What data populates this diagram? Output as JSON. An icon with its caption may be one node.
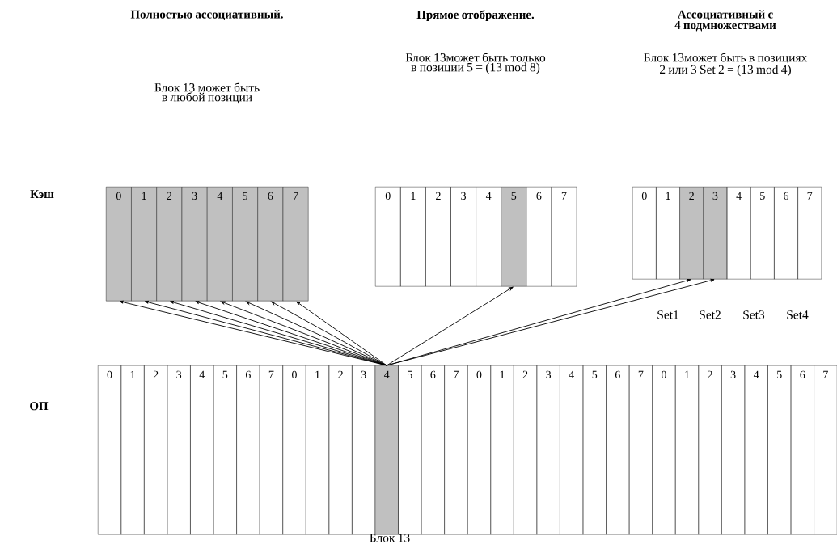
{
  "diagram": {
    "nodes": [
      {
        "text": [
          "0"
        ]
      },
      {
        "text": [
          "1"
        ]
      },
      {
        "text": [
          "2"
        ]
      },
      {
        "text": [
          "3"
        ]
      },
      {
        "text": [
          "4"
        ]
      },
      {
        "text": [
          "5"
        ]
      },
      {
        "text": [
          "6"
        ]
      },
      {
        "text": [
          "7"
        ]
      },
      {
        "text": [
          "0"
        ]
      },
      {
        "text": [
          "1"
        ]
      },
      {
        "text": [
          "2"
        ]
      },
      {
        "text": [
          "3"
        ]
      },
      {
        "text": [
          "4"
        ]
      },
      {
        "text": [
          "5"
        ]
      },
      {
        "text": [
          "6"
        ]
      },
      {
        "text": [
          "7"
        ]
      },
      {
        "text": [
          "0"
        ]
      },
      {
        "text": [
          "1"
        ]
      },
      {
        "text": [
          "2"
        ]
      },
      {
        "text": [
          "3"
        ]
      },
      {
        "text": [
          "4"
        ]
      },
      {
        "text": [
          "5"
        ]
      },
      {
        "text": [
          "6"
        ]
      },
      {
        "text": [
          "7"
        ]
      },
      {
        "text": [
          "0"
        ]
      },
      {
        "text": [
          "1"
        ]
      },
      {
        "text": [
          "2"
        ]
      },
      {
        "text": [
          "3"
        ]
      },
      {
        "text": [
          "4"
        ]
      },
      {
        "text": [
          "5"
        ]
      },
      {
        "text": [
          "6"
        ]
      },
      {
        "text": [
          "7"
        ]
      },
      {
        "text": [
          "0"
        ]
      },
      {
        "text": [
          "1"
        ]
      },
      {
        "text": [
          "2"
        ]
      },
      {
        "text": [
          "3"
        ]
      },
      {
        "text": [
          "4"
        ]
      },
      {
        "text": [
          "5"
        ]
      },
      {
        "text": [
          "6"
        ]
      },
      {
        "text": [
          "7"
        ]
      },
      {
        "text": [
          "0"
        ]
      },
      {
        "text": [
          "1"
        ]
      },
      {
        "text": [
          "2"
        ]
      },
      {
        "text": [
          "3"
        ]
      },
      {
        "text": [
          "4"
        ]
      },
      {
        "text": [
          "5"
        ]
      },
      {
        "text": [
          "6"
        ]
      },
      {
        "text": [
          "7"
        ]
      },
      {
        "text": [
          "0"
        ]
      },
      {
        "text": [
          "1"
        ]
      },
      {
        "text": [
          "2"
        ]
      },
      {
        "text": [
          "3"
        ]
      },
      {
        "text": [
          "4"
        ]
      },
      {
        "text": [
          "5"
        ]
      },
      {
        "text": [
          "6"
        ]
      },
      {
        "text": [
          "7"
        ]
      }
    ],
    "edges": [
      {
        "from": 36,
        "to": 0,
        "arrow": "to"
      },
      {
        "from": 36,
        "to": 1,
        "arrow": "to"
      },
      {
        "from": 36,
        "to": 2,
        "arrow": "to"
      },
      {
        "from": 36,
        "to": 3,
        "arrow": "to"
      },
      {
        "from": 36,
        "to": 4,
        "arrow": "to"
      },
      {
        "from": 36,
        "to": 5,
        "arrow": "to"
      },
      {
        "from": 36,
        "to": 6,
        "arrow": "to"
      },
      {
        "from": 36,
        "to": 7,
        "arrow": "to"
      },
      {
        "from": 36,
        "to": 13,
        "arrow": "to"
      },
      {
        "from": 36,
        "to": 18,
        "arrow": "to"
      },
      {
        "from": 36,
        "to": 19,
        "arrow": "to"
      }
    ],
    "labels": [
      "Полностью ассоциативный.",
      "Блок 13 может быть в любой позиции",
      "Прямое отображение.",
      "Блок 13может быть только в позиции 5 = (13 mod 8)",
      "Ассоциативный с 4 подмножествами",
      "Блок 13может быть в позициях 2 или 3 Set 2 = (13 mod 4)",
      "Кэш",
      "Set1",
      "Set2",
      "Set3",
      "Set4",
      "ОП",
      "Блок 13"
    ]
  }
}
